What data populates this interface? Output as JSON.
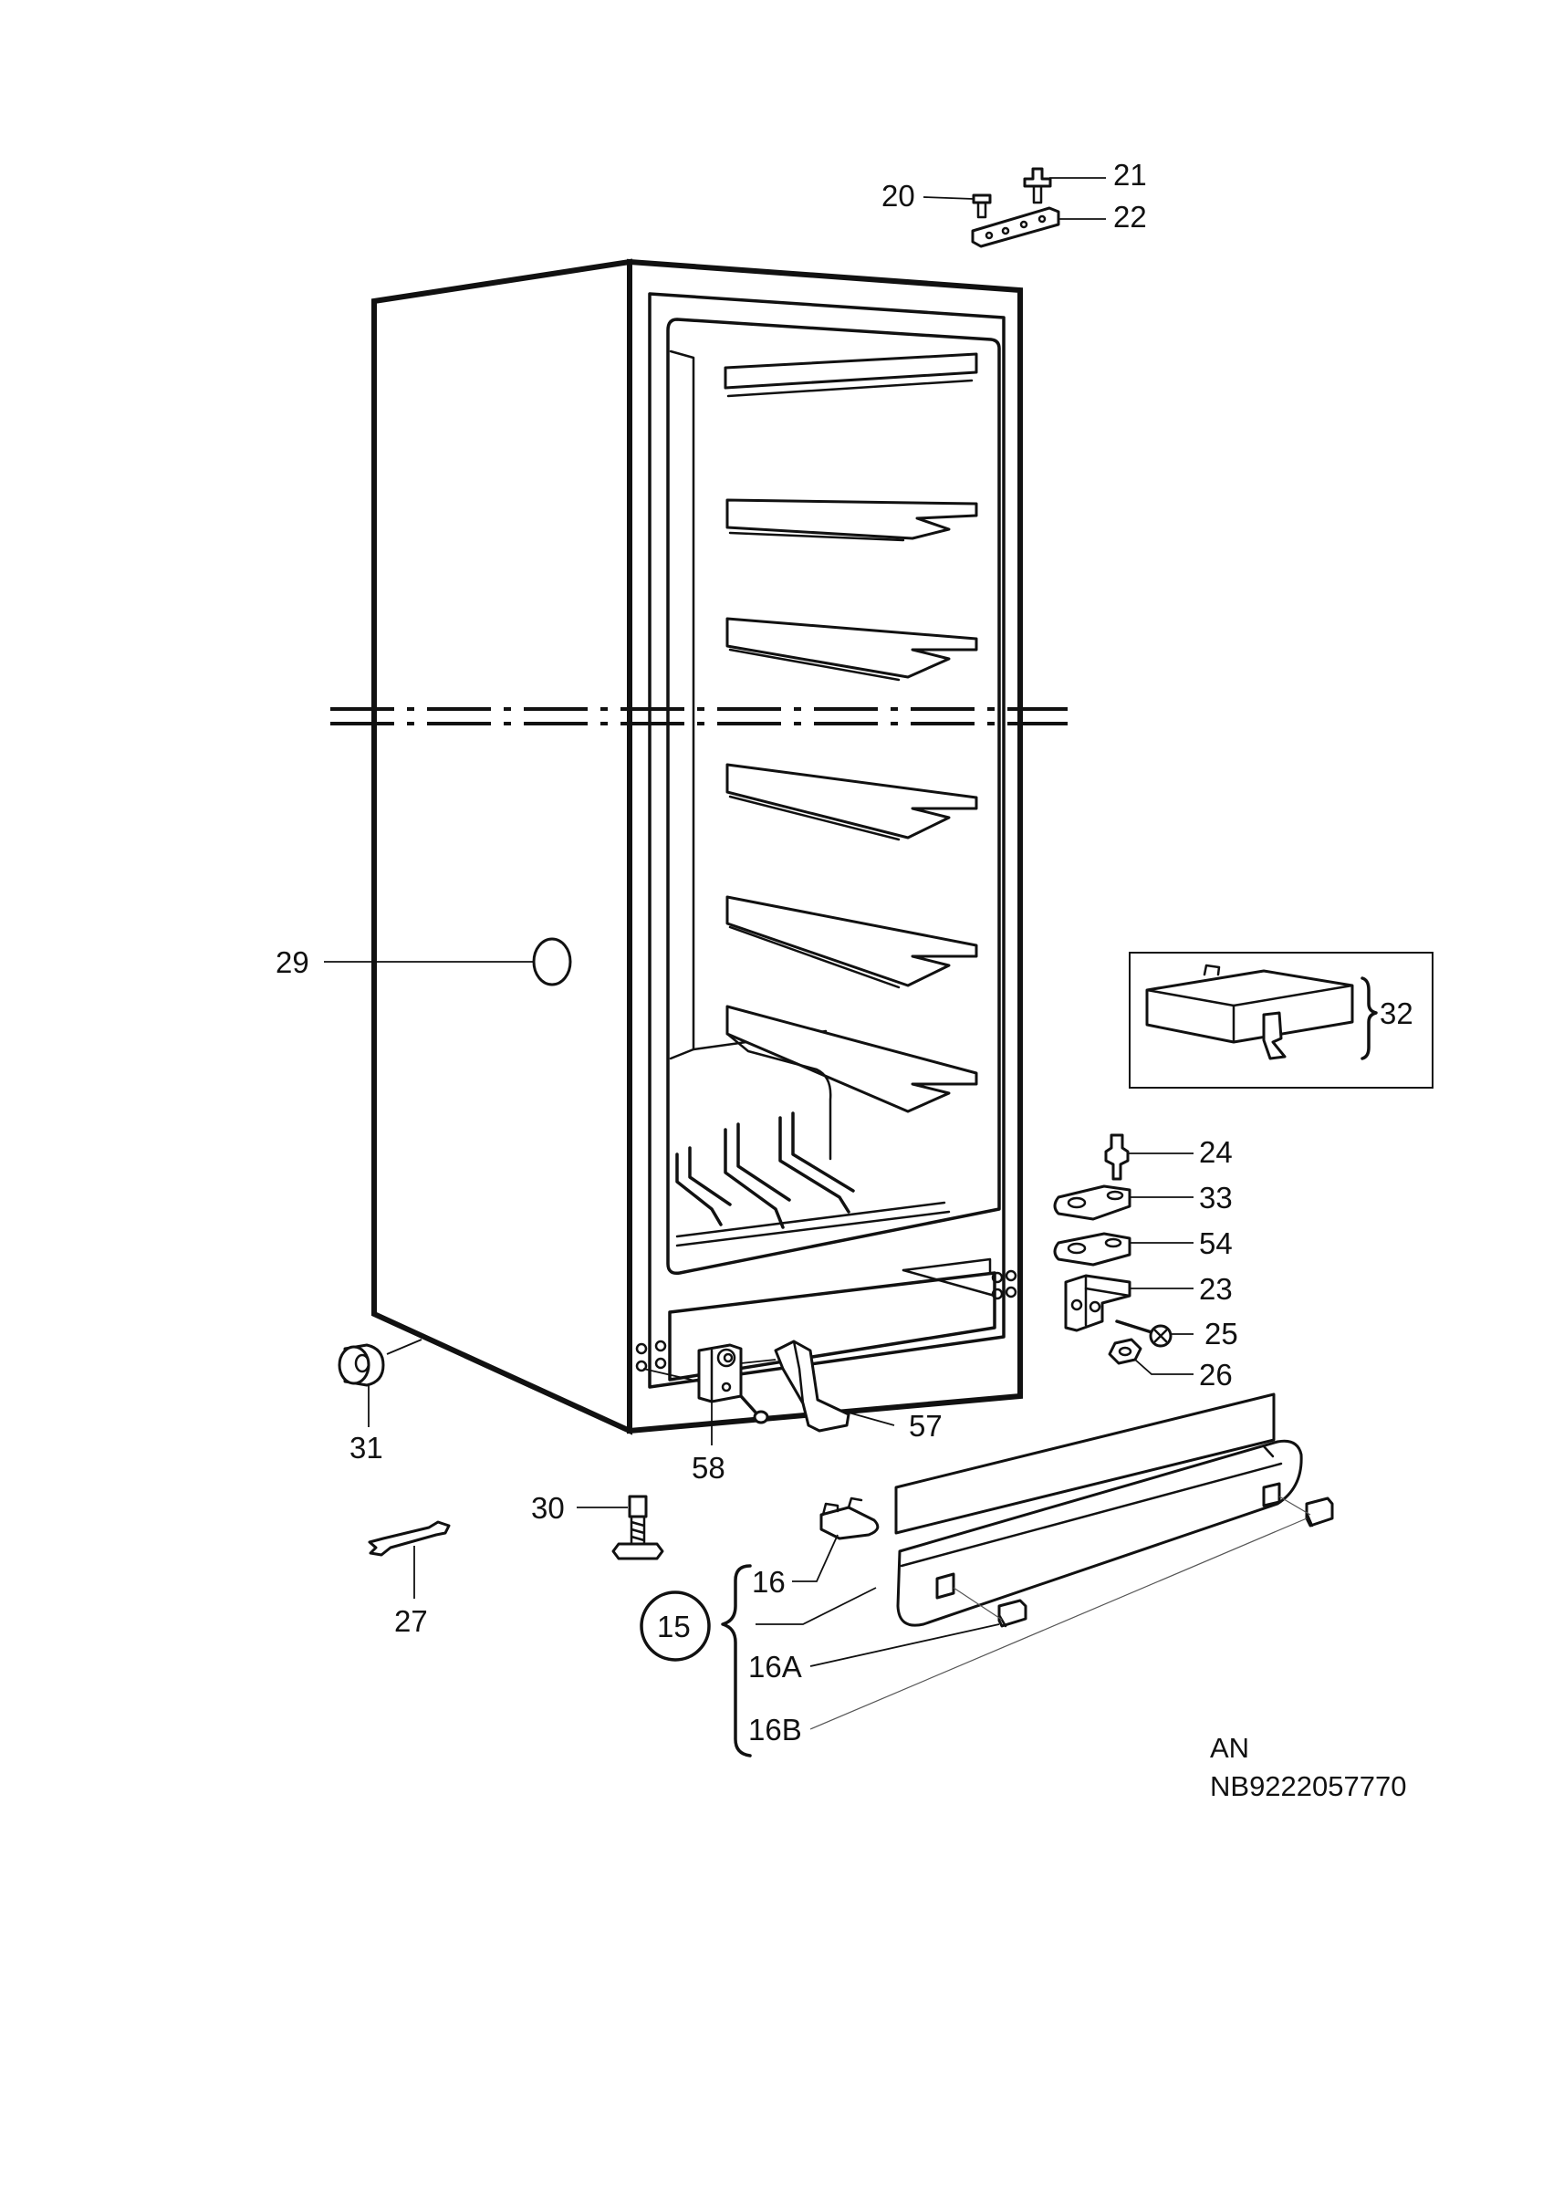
{
  "diagram": {
    "labels": {
      "p20": "20",
      "p21": "21",
      "p22": "22",
      "p29": "29",
      "p32": "32",
      "p24": "24",
      "p33": "33",
      "p54": "54",
      "p23": "23",
      "p25": "25",
      "p26": "26",
      "p31": "31",
      "p57": "57",
      "p58": "58",
      "p30": "30",
      "p27": "27",
      "p16": "16",
      "p15": "15",
      "p16a": "16A",
      "p16b": "16B"
    },
    "footer": {
      "line1": "AN",
      "line2": "NB9222057770"
    }
  }
}
